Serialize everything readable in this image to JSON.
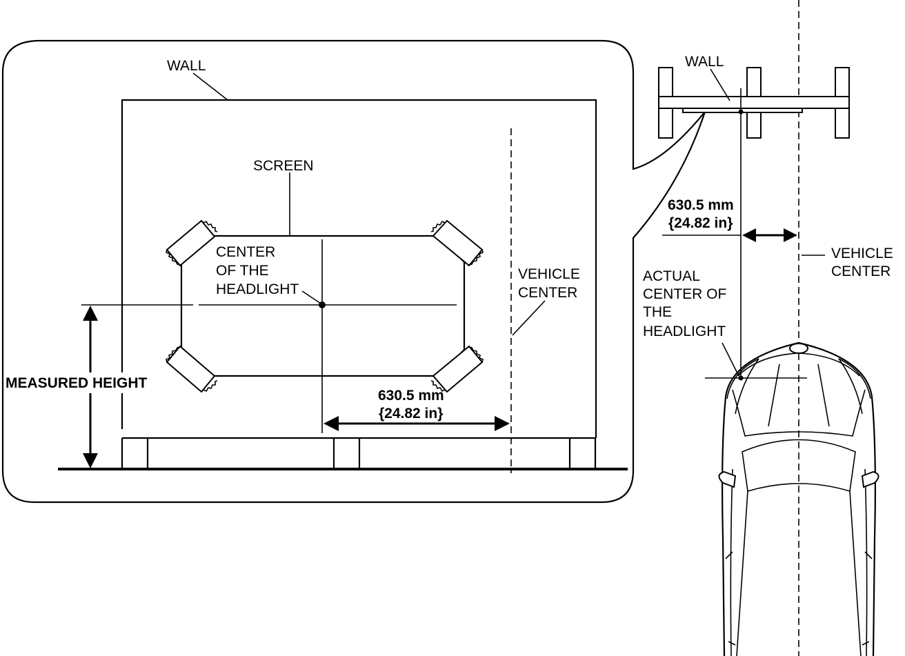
{
  "left_panel": {
    "wall_label": "WALL",
    "screen_label": "SCREEN",
    "center_label": [
      "CENTER",
      "OF THE",
      "HEADLIGHT"
    ],
    "vehicle_center_label": [
      "VEHICLE",
      "CENTER"
    ],
    "measured_height_label": "MEASURED HEIGHT",
    "distance_mm": "630.5 mm",
    "distance_in": "{24.82 in}"
  },
  "right_panel": {
    "wall_label": "WALL",
    "distance_mm": "630.5 mm",
    "distance_in": "{24.82 in}",
    "vehicle_center_label": [
      "VEHICLE",
      "CENTER"
    ],
    "actual_center_label": [
      "ACTUAL",
      "CENTER OF",
      "THE",
      "HEADLIGHT"
    ]
  }
}
